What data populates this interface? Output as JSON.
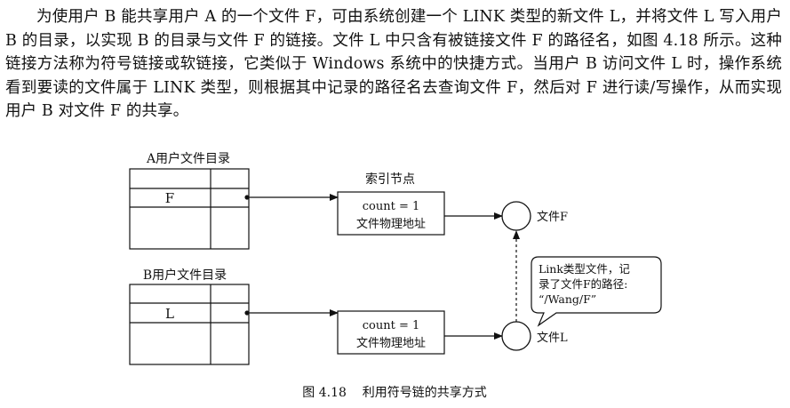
{
  "paragraph": "为使用户 B 能共享用户 A 的一个文件 F，可由系统创建一个 LINK 类型的新文件 L，并将文件 L 写入用户 B 的目录，以实现 B 的目录与文件 F 的链接。文件 L 中只含有被链接文件 F 的路径名，如图 4.18 所示。这种链接方法称为符号链接或软链接，它类似于 Windows 系统中的快捷方式。当用户 B 访问文件 L 时，操作系统看到要读的文件属于 LINK 类型，则根据其中记录的路径名去查询文件 F，然后对 F 进行读/写操作，从而实现用户 B 对文件 F 的共享。",
  "figure": {
    "dir_a_title": "A用户文件目录",
    "dir_a_entry": "F",
    "dir_b_title": "B用户文件目录",
    "dir_b_entry": "L",
    "index_node_title": "索引节点",
    "inode_top_count": "count = 1",
    "inode_top_addr": "文件物理地址",
    "inode_bottom_count": "count = 1",
    "inode_bottom_addr": "文件物理地址",
    "file_f_label": "文件F",
    "file_l_label": "文件L",
    "callout_line1": "Link类型文件，记",
    "callout_line2": "录了文件F的路径:",
    "callout_line3": "“/Wang/F”",
    "caption": "图 4.18    利用符号链的共享方式"
  }
}
